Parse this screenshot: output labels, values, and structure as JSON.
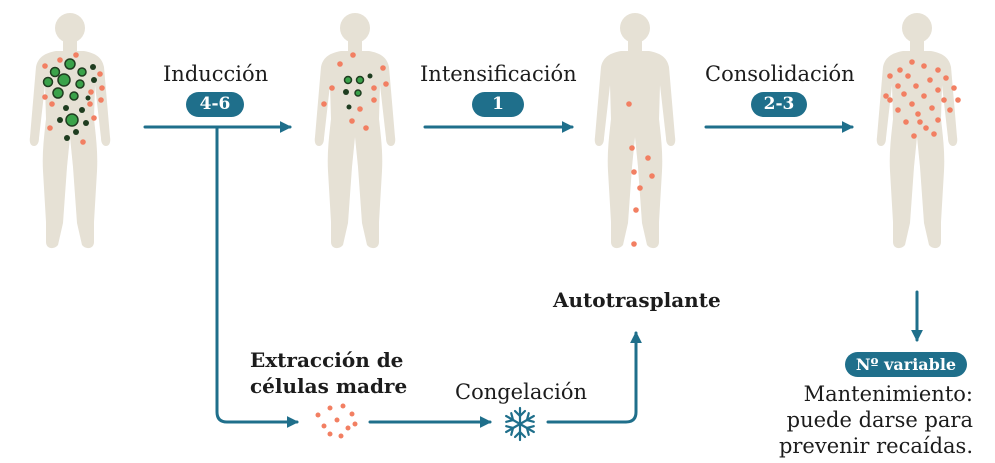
{
  "colors": {
    "body": "#e6e1d5",
    "arrow": "#1f6f8b",
    "cell_orange": "#f27f62",
    "cell_green": "#3aa24a",
    "cell_outline": "#1f3d20"
  },
  "steps": [
    {
      "label": "Inducción",
      "cycles": "4-6"
    },
    {
      "label": "Intensificación",
      "cycles": "1"
    },
    {
      "label": "Consolidación",
      "cycles": "2-3"
    }
  ],
  "stem_cells": {
    "extraction_line1": "Extracción de",
    "extraction_line2": "células madre",
    "freezing": "Congelación",
    "transplant": "Autotrasplante"
  },
  "maintenance": {
    "badge": "Nº variable",
    "line1": "Mantenimiento:",
    "line2": "puede darse para",
    "line3": "prevenir recaídas."
  },
  "icons": [
    "human-silhouette-icon",
    "arrow-icon",
    "snowflake-icon",
    "cells-icon"
  ]
}
